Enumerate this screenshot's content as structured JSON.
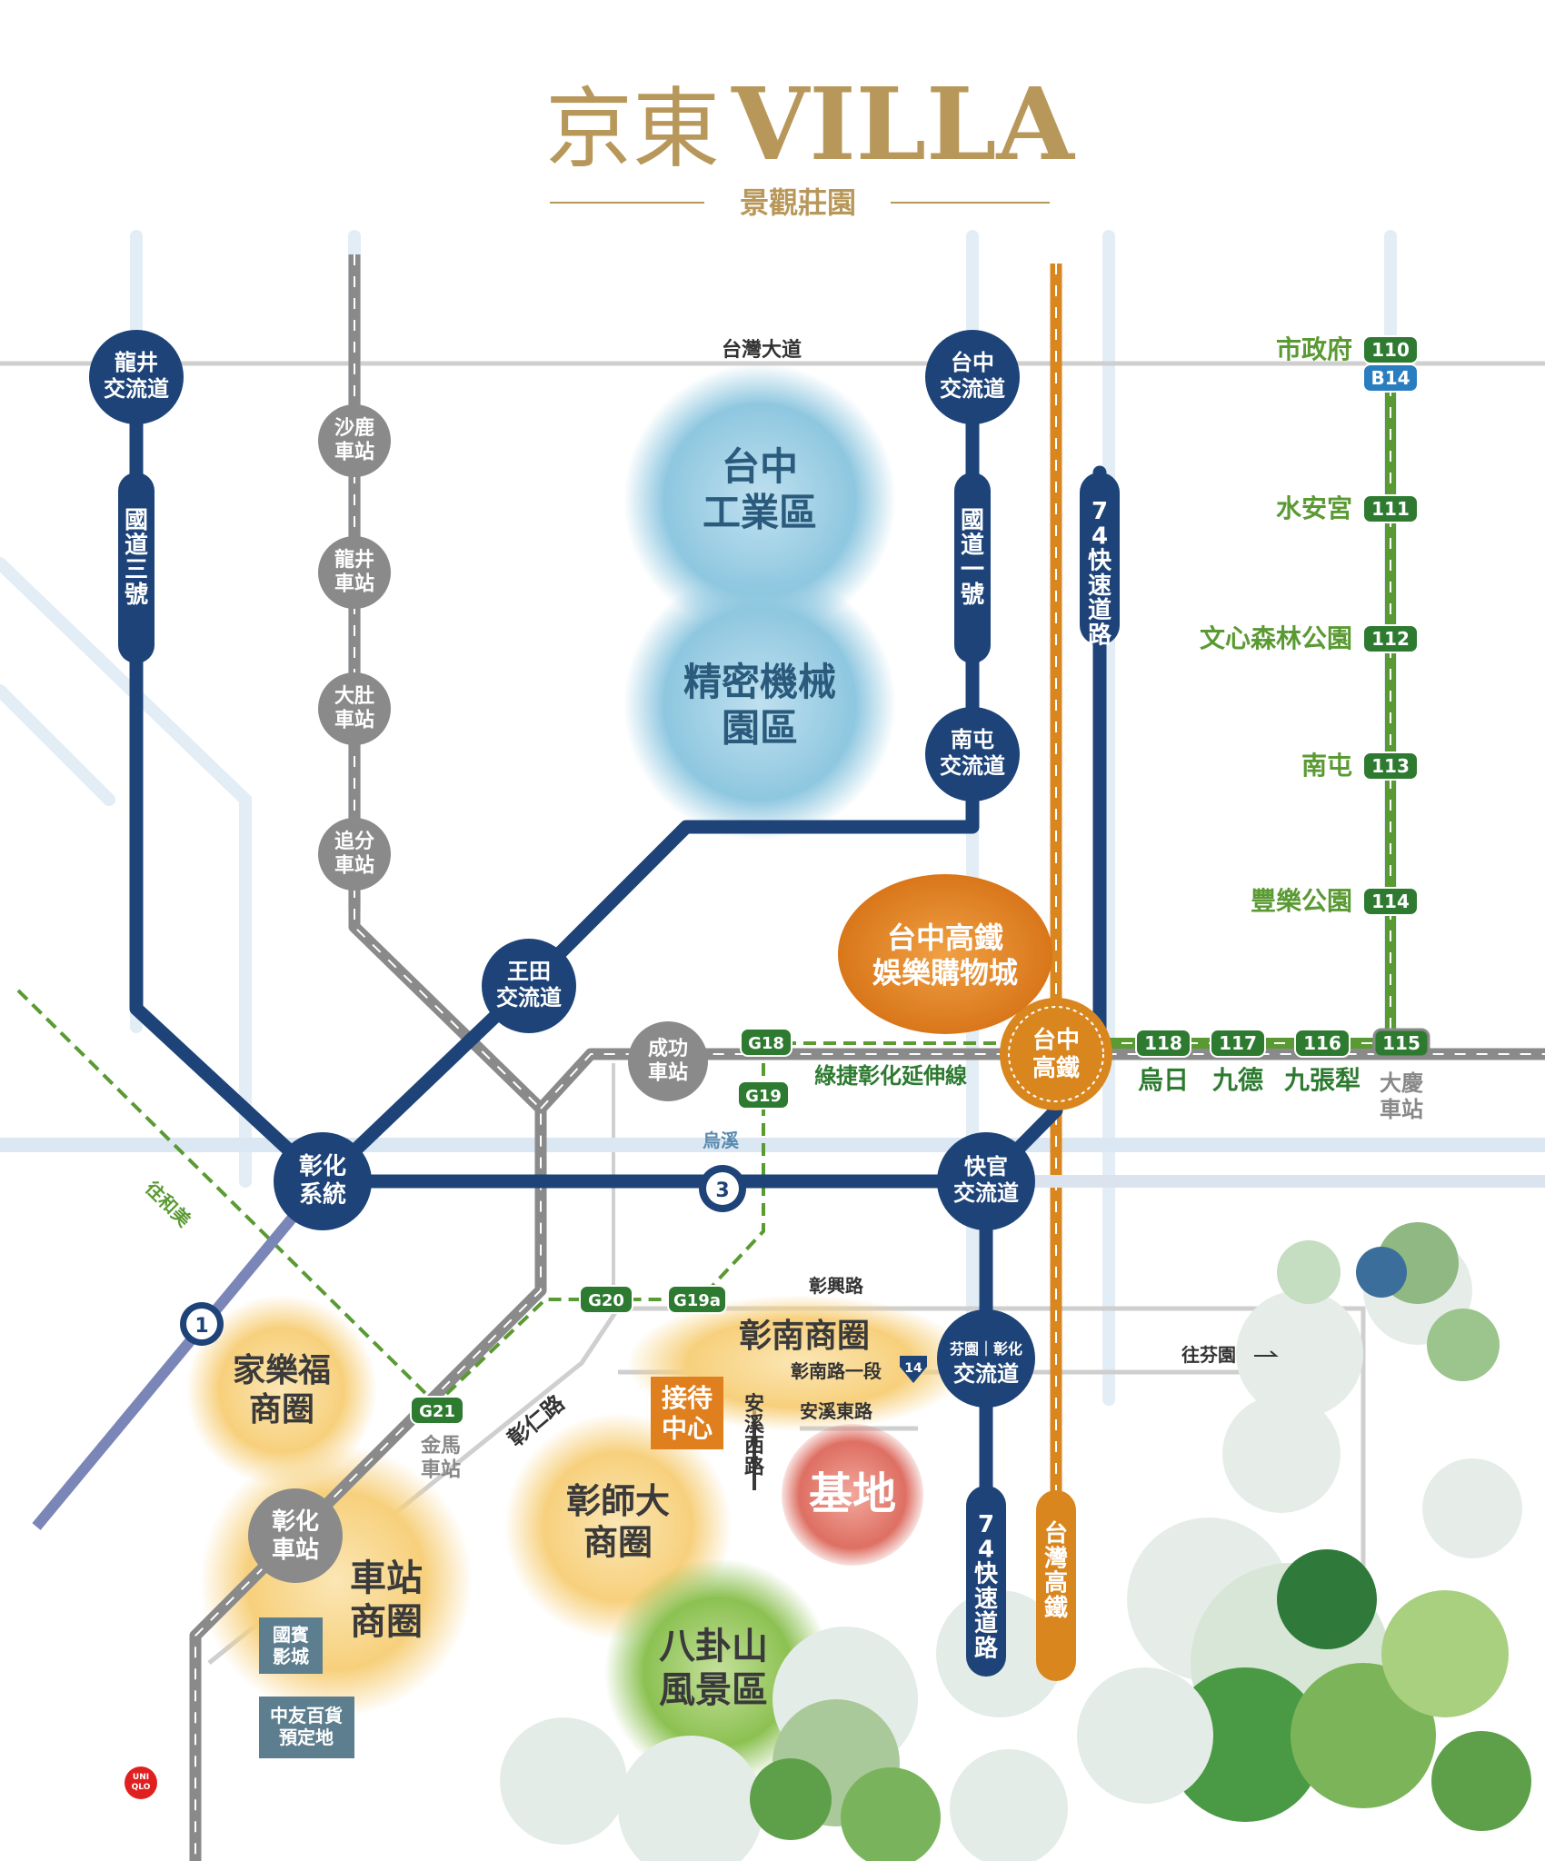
{
  "logo": {
    "title_cn": "京東",
    "title_en": "VILLA",
    "subtitle": "景觀莊園"
  },
  "colors": {
    "navy": "#1d4378",
    "gray_rail": "#8a8a8a",
    "orange": "#d9861f",
    "green": "#5a9a33",
    "gold": "#b8985a",
    "blue_badge": "#2a7ec0",
    "red": "#d96a5e",
    "yellow": "#f5c970",
    "teal_text": "#2b5b7c"
  },
  "roads": {
    "taiwan_blvd": "台灣大道",
    "zhangxing": "彰興路",
    "zhangnan_sec1": "彰南路一段",
    "anxi_east": "安溪東路",
    "anxi_west": "安溪西路",
    "to_fenyuan": "往芬園",
    "to_hemei": "往和美",
    "zhangren": "彰仁路",
    "freeway3": "國道三號",
    "freeway1": "國道一號",
    "exp74_north": "74快速道路",
    "exp74_south": "74快速道路",
    "hsr_line": "台灣高鐵",
    "green_ext": "綠捷彰化延伸線",
    "wuxi": "烏溪"
  },
  "interchanges": {
    "longjing": "龍井\n交流道",
    "taichung": "台中\n交流道",
    "nantun": "南屯\n交流道",
    "wangtian": "王田\n交流道",
    "changhua_sys": "彰化\n系統",
    "kuaiguan": "快官\n交流道",
    "fenyuan_changhua_small": "芬園｜彰化",
    "fenyuan_changhua": "交流道"
  },
  "stations": {
    "shalu": "沙鹿\n車站",
    "longjing": "龍井\n車站",
    "dadu": "大肚\n車站",
    "zhuifen": "追分\n車站",
    "chenggong": "成功\n車站",
    "changhua": "彰化\n車站",
    "jinma": "金馬\n車站",
    "daqing": "大慶\n車站"
  },
  "hsr_station": "台中\n高鐵",
  "zones": {
    "taichung_industrial": "台中\n工業區",
    "precision_machinery": "精密機械\n園區",
    "hsr_mall": "台中高鐵\n娛樂購物城",
    "carrefour": "家樂福\n商圈",
    "station_area": "車站\n商圈",
    "ncue": "彰師大\n商圈",
    "zhangnan": "彰南商圈",
    "baguashan": "八卦山\n風景區",
    "site": "基地",
    "reception": "接待\n中心"
  },
  "landmarks": {
    "ambassador": "國賓\n影城",
    "chungyo": "中友百貨\n預定地",
    "uniqlo": "UNI\nQLO"
  },
  "green_line": {
    "stops": [
      {
        "code": "110",
        "alt": "B14",
        "name": "市政府"
      },
      {
        "code": "111",
        "name": "水安宮"
      },
      {
        "code": "112",
        "name": "文心森林公園"
      },
      {
        "code": "113",
        "name": "南屯"
      },
      {
        "code": "114",
        "name": "豐樂公園"
      },
      {
        "code": "115",
        "name": "大慶"
      },
      {
        "code": "116",
        "name": "九張犁"
      },
      {
        "code": "117",
        "name": "九德"
      },
      {
        "code": "118",
        "name": "烏日"
      }
    ],
    "ext_codes": [
      "G18",
      "G19",
      "G19a",
      "G20",
      "G21"
    ]
  },
  "route_shields": {
    "r1": "1",
    "r3": "3",
    "r14": "14"
  }
}
